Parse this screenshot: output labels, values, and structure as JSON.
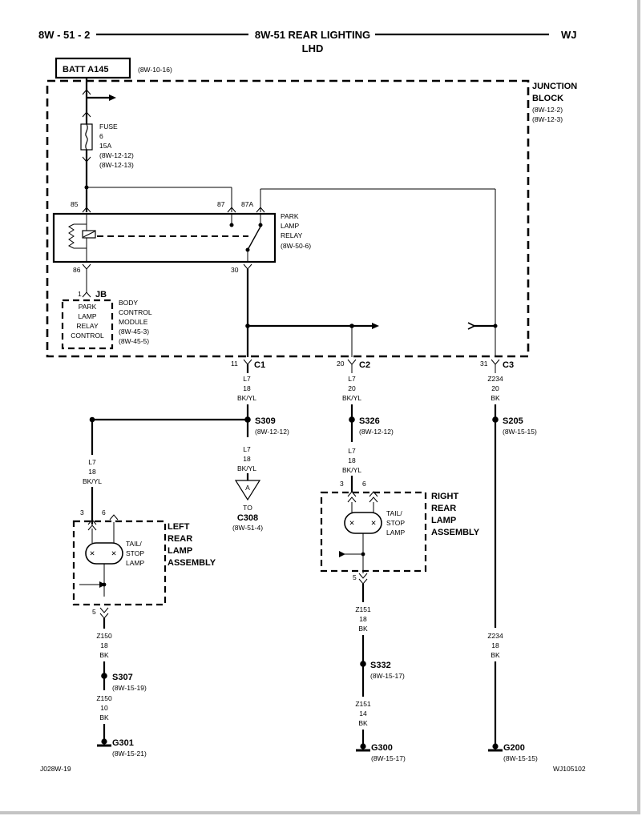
{
  "header": {
    "page_number": "8W - 51 - 2",
    "title_line1": "8W-51 REAR LIGHTING",
    "title_line2": "LHD",
    "model": "WJ"
  },
  "batt": {
    "label": "BATT A145",
    "ref": "(8W-10-16)"
  },
  "junction_block": {
    "line1": "JUNCTION",
    "line2": "BLOCK",
    "ref1": "(8W-12-2)",
    "ref2": "(8W-12-3)"
  },
  "fuse": {
    "name": "FUSE",
    "number": "6",
    "rating": "15A",
    "ref1": "(8W-12-12)",
    "ref2": "(8W-12-13)"
  },
  "relay": {
    "pin85": "85",
    "pin87": "87",
    "pin87a": "87A",
    "pin86": "86",
    "pin30": "30",
    "name1": "PARK",
    "name2": "LAMP",
    "name3": "RELAY",
    "ref": "(8W-50-6)"
  },
  "bcm": {
    "pin": "1",
    "conn": "JB",
    "box1": "PARK",
    "box2": "LAMP",
    "box3": "RELAY",
    "box4": "CONTROL",
    "name1": "BODY",
    "name2": "CONTROL",
    "name3": "MODULE",
    "ref1": "(8W-45-3)",
    "ref2": "(8W-45-5)"
  },
  "connectors": {
    "c1": {
      "pin": "11",
      "name": "C1"
    },
    "c2": {
      "pin": "20",
      "name": "C2"
    },
    "c3": {
      "pin": "31",
      "name": "C3"
    }
  },
  "wires": {
    "c1_out": {
      "circuit": "L7",
      "gauge": "18",
      "color": "BK/YL"
    },
    "c2_out": {
      "circuit": "L7",
      "gauge": "20",
      "color": "BK/YL"
    },
    "c3_out": {
      "circuit": "Z234",
      "gauge": "20",
      "color": "BK"
    },
    "s309_down": {
      "circuit": "L7",
      "gauge": "18",
      "color": "BK/YL"
    },
    "left_feed": {
      "circuit": "L7",
      "gauge": "18",
      "color": "BK/YL"
    },
    "s326_down": {
      "circuit": "L7",
      "gauge": "18",
      "color": "BK/YL"
    },
    "right_ground1": {
      "circuit": "Z151",
      "gauge": "18",
      "color": "BK"
    },
    "right_ground2": {
      "circuit": "Z151",
      "gauge": "14",
      "color": "BK"
    },
    "left_ground1": {
      "circuit": "Z150",
      "gauge": "18",
      "color": "BK"
    },
    "left_ground2": {
      "circuit": "Z150",
      "gauge": "10",
      "color": "BK"
    },
    "s205_down": {
      "circuit": "Z234",
      "gauge": "18",
      "color": "BK"
    }
  },
  "splices": {
    "s309": {
      "name": "S309",
      "ref": "(8W-12-12)"
    },
    "s326": {
      "name": "S326",
      "ref": "(8W-12-12)"
    },
    "s205": {
      "name": "S205",
      "ref": "(8W-15-15)"
    },
    "s307": {
      "name": "S307",
      "ref": "(8W-15-19)"
    },
    "s332": {
      "name": "S332",
      "ref": "(8W-15-17)"
    }
  },
  "offpage": {
    "letter": "A",
    "to": "TO",
    "conn": "C308",
    "ref": "(8W-51-4)"
  },
  "left_lamp": {
    "pin3": "3",
    "pin6": "6",
    "pin5": "5",
    "bulb1": "TAIL/",
    "bulb2": "STOP",
    "bulb3": "LAMP",
    "name1": "LEFT",
    "name2": "REAR",
    "name3": "LAMP",
    "name4": "ASSEMBLY"
  },
  "right_lamp": {
    "pin3": "3",
    "pin6": "6",
    "pin5": "5",
    "bulb1": "TAIL/",
    "bulb2": "STOP",
    "bulb3": "LAMP",
    "name1": "RIGHT",
    "name2": "REAR",
    "name3": "LAMP",
    "name4": "ASSEMBLY"
  },
  "grounds": {
    "g301": {
      "name": "G301",
      "ref": "(8W-15-21)"
    },
    "g300": {
      "name": "G300",
      "ref": "(8W-15-17)"
    },
    "g200": {
      "name": "G200",
      "ref": "(8W-15-15)"
    }
  },
  "footer": {
    "left_code": "J028W-19",
    "right_code": "WJ105102"
  }
}
